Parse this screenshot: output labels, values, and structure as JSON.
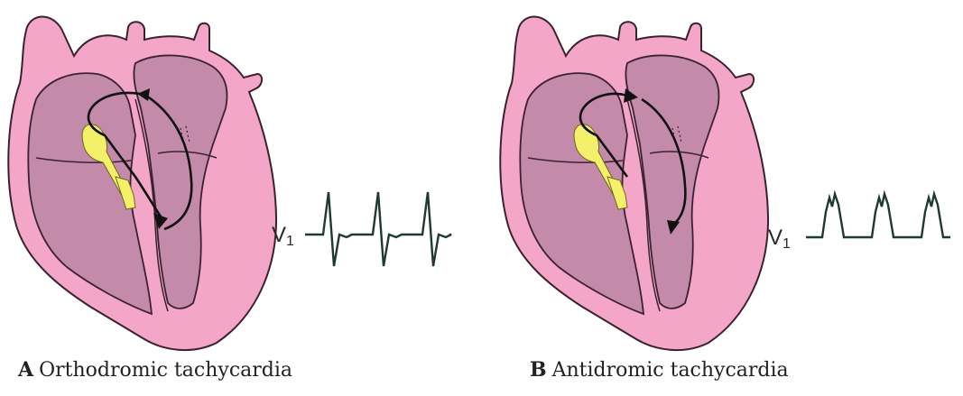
{
  "colors": {
    "heart_outer": "#f3a6c8",
    "heart_inner": "#c48aa9",
    "heart_outline": "#3b2230",
    "conduction_yellow": "#f5f06a",
    "ecg_line": "#1f3a2e",
    "arrow": "#111111"
  },
  "panels": [
    {
      "letter": "A",
      "caption": "Orthodromic tachycardia",
      "lead": {
        "main": "V",
        "sub": "1"
      },
      "ecg_pattern": "narrow-complex",
      "circuit_direction": "anterograde-av-node"
    },
    {
      "letter": "B",
      "caption": "Antidromic tachycardia",
      "lead": {
        "main": "V",
        "sub": "1"
      },
      "ecg_pattern": "wide-complex",
      "circuit_direction": "anterograde-accessory-pathway"
    }
  ]
}
